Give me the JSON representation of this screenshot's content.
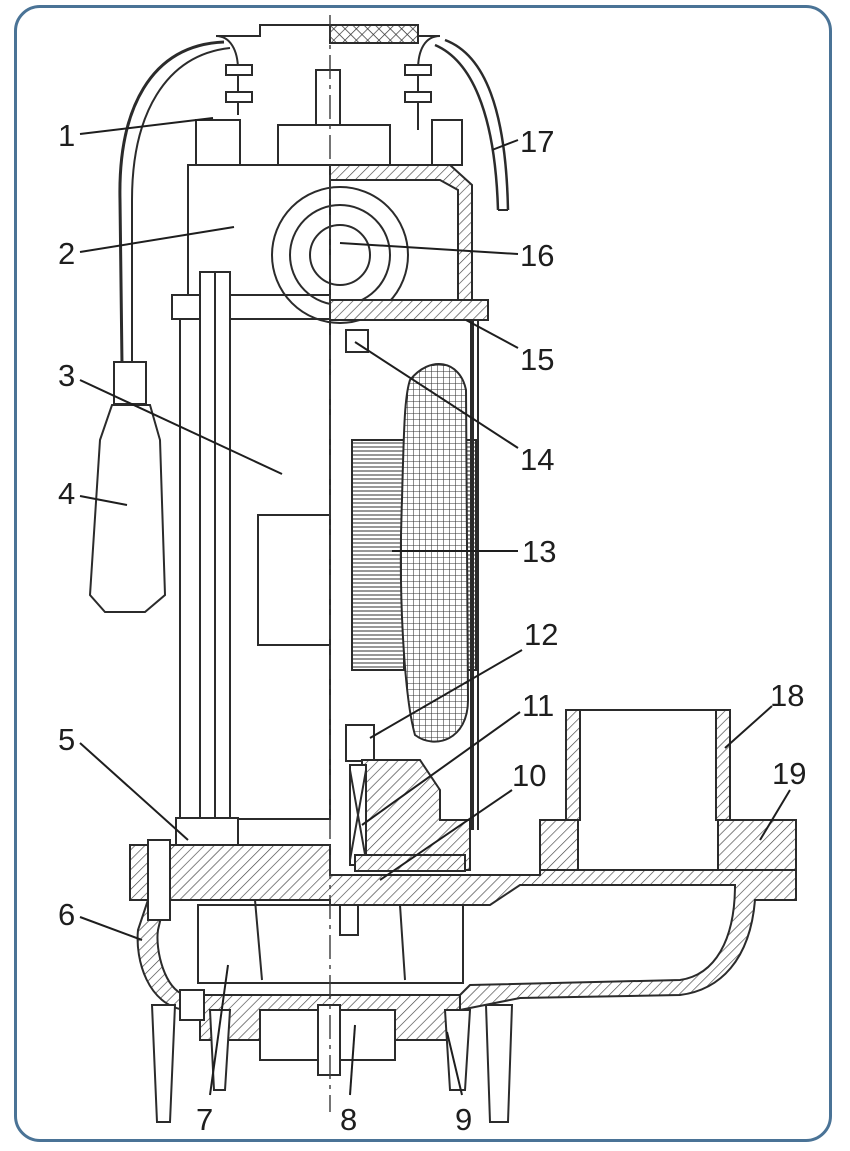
{
  "diagram": {
    "colors": {
      "frame": "#4a7396",
      "line": "#2b2b2b",
      "label": "#1e1e1e"
    },
    "labels": [
      {
        "id": "1",
        "text": "1"
      },
      {
        "id": "2",
        "text": "2"
      },
      {
        "id": "3",
        "text": "3"
      },
      {
        "id": "4",
        "text": "4"
      },
      {
        "id": "5",
        "text": "5"
      },
      {
        "id": "6",
        "text": "6"
      },
      {
        "id": "7",
        "text": "7"
      },
      {
        "id": "8",
        "text": "8"
      },
      {
        "id": "9",
        "text": "9"
      },
      {
        "id": "10",
        "text": "10"
      },
      {
        "id": "11",
        "text": "11"
      },
      {
        "id": "12",
        "text": "12"
      },
      {
        "id": "13",
        "text": "13"
      },
      {
        "id": "14",
        "text": "14"
      },
      {
        "id": "15",
        "text": "15"
      },
      {
        "id": "16",
        "text": "16"
      },
      {
        "id": "17",
        "text": "17"
      },
      {
        "id": "18",
        "text": "18"
      },
      {
        "id": "19",
        "text": "19"
      }
    ]
  }
}
